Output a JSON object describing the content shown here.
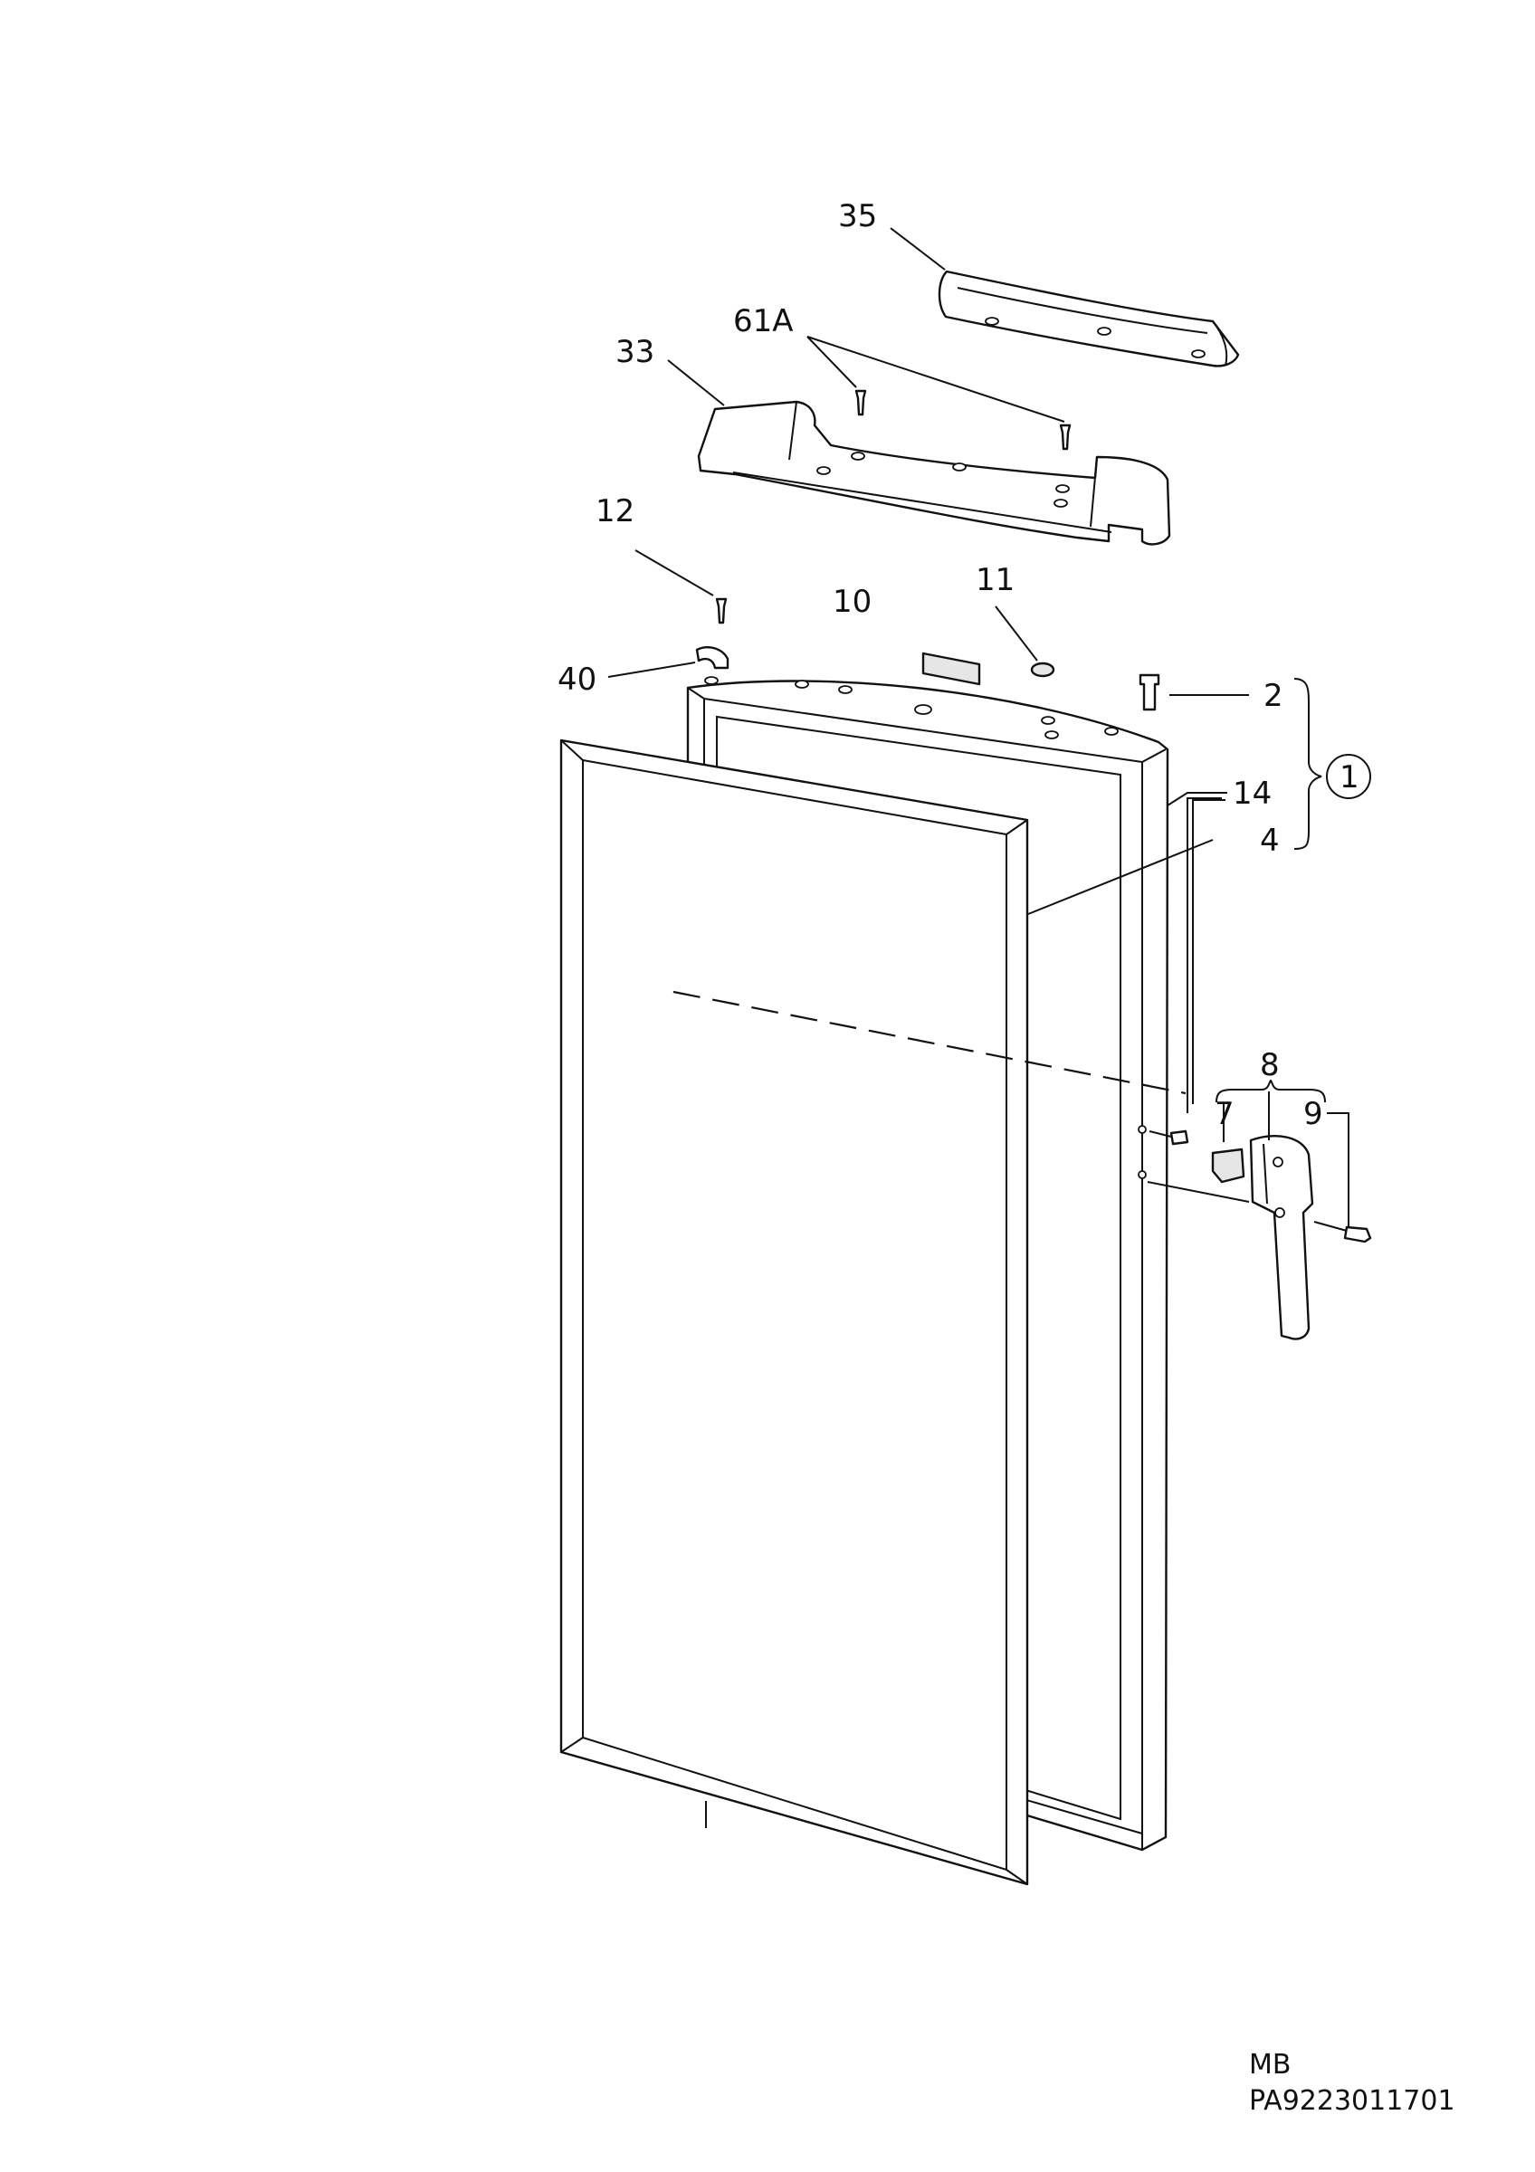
{
  "callouts": {
    "c35": "35",
    "c61a": "61A",
    "c33": "33",
    "c12": "12",
    "c10": "10",
    "c11": "11",
    "c40": "40",
    "c2": "2",
    "c1": "1",
    "c14": "14",
    "c4": "4",
    "c8": "8",
    "c7": "7",
    "c9": "9"
  },
  "footer": {
    "model": "MB",
    "code": "PA9223011701"
  }
}
